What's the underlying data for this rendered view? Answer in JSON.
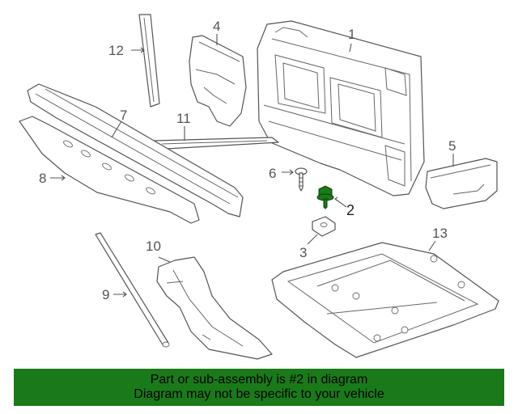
{
  "diagram": {
    "callouts": {
      "c1": "1",
      "c2": "2",
      "c3": "3",
      "c4": "4",
      "c5": "5",
      "c6": "6",
      "c7": "7",
      "c8": "8",
      "c9": "9",
      "c10": "10",
      "c11": "11",
      "c12": "12",
      "c13": "13"
    },
    "highlight_color": "#1a7a1a",
    "highlighted_part": "2"
  },
  "banner": {
    "line1": "Part or sub-assembly is #2 in diagram",
    "line2": "Diagram may not be specific to your vehicle",
    "background": "#1a7a1a"
  }
}
